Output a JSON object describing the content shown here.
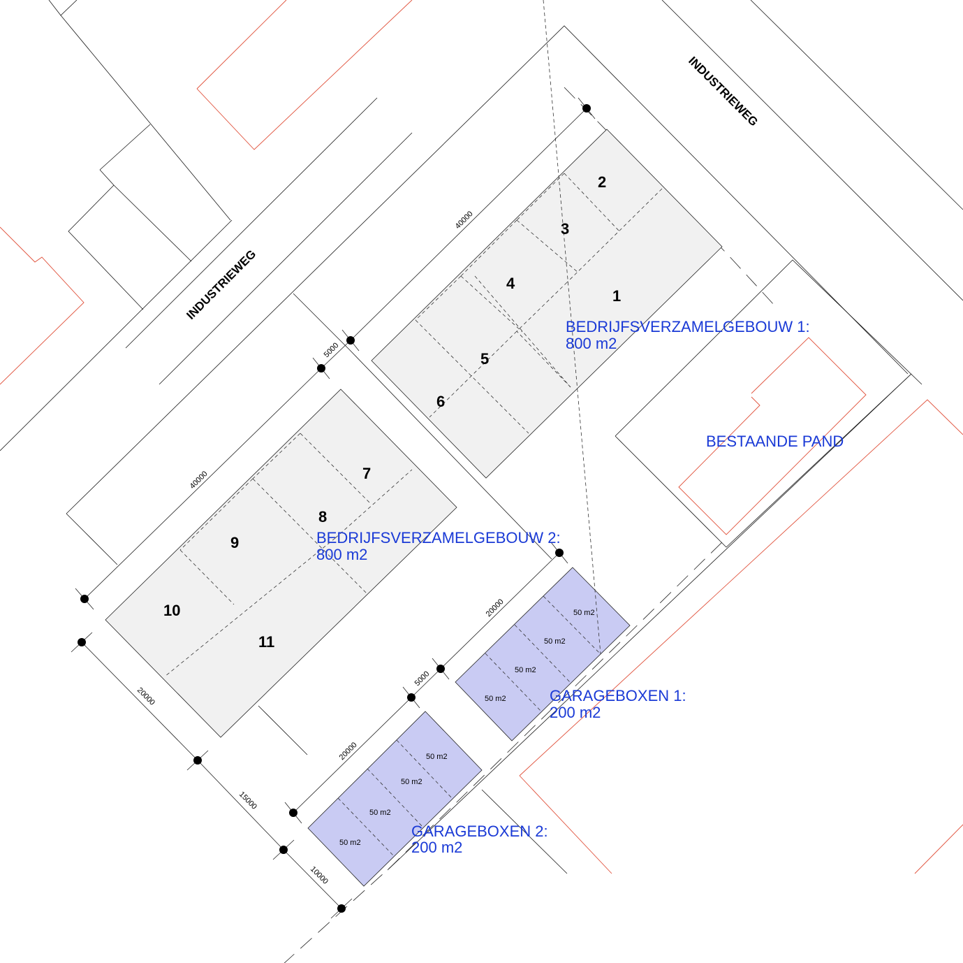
{
  "streets": [
    "INDUSTRIEWEG",
    "INDUSTRIEWEG"
  ],
  "building1": {
    "label": "BEDRIJFSVERZAMELGEBOUW 1:",
    "area": "800 m2",
    "units": [
      "2",
      "3",
      "4",
      "1",
      "5",
      "6"
    ]
  },
  "building2": {
    "label": "BEDRIJFSVERZAMELGEBOUW 2:",
    "area": "800 m2",
    "units": [
      "7",
      "8",
      "9",
      "10",
      "11"
    ]
  },
  "existing": {
    "label": "BESTAANDE PAND"
  },
  "garages1": {
    "label": "GARAGEBOXEN 1:",
    "area": "200 m2",
    "boxes": [
      "50 m2",
      "50 m2",
      "50 m2",
      "50 m2"
    ]
  },
  "garages2": {
    "label": "GARAGEBOXEN 2:",
    "area": "200 m2",
    "boxes": [
      "50 m2",
      "50 m2",
      "50 m2",
      "50 m2"
    ]
  },
  "dimensions": [
    "40000",
    "5000",
    "40000",
    "20000",
    "5000",
    "20000",
    "20000",
    "15000",
    "10000"
  ],
  "colors": {
    "annotation": "#1a3ad6",
    "garage_fill": "#c9cbf3",
    "building_fill": "#f1f1f1",
    "boundary": "#e0503a"
  }
}
